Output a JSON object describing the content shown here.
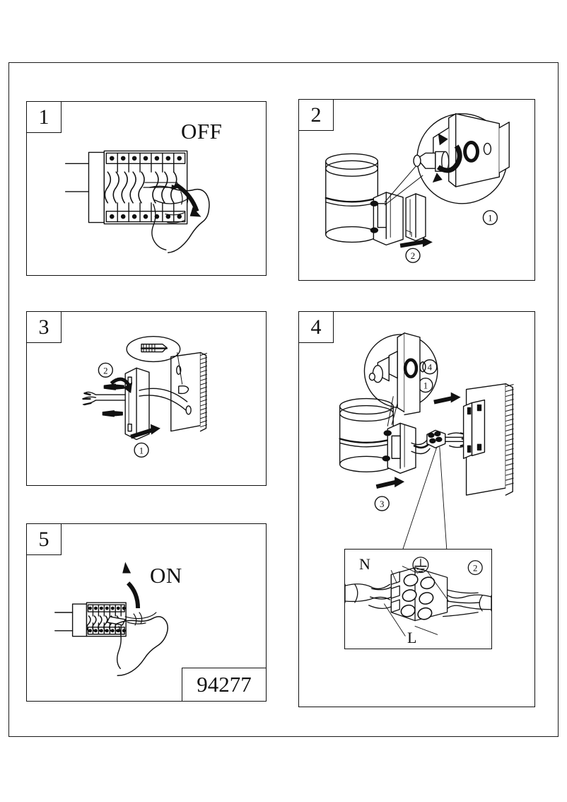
{
  "document": {
    "type": "installation-instruction-sheet",
    "product_code": "94277",
    "background_color": "#ffffff",
    "line_color": "#111111"
  },
  "steps": [
    {
      "number": "1",
      "caption": "OFF",
      "subject": "circuit-breaker-panel",
      "action": "switch main breaker off by hand",
      "markers": []
    },
    {
      "number": "2",
      "caption": "",
      "subject": "wall-lamp-cover-removal",
      "action": "loosen grub screw then slide cover off",
      "markers": [
        "1",
        "2"
      ]
    },
    {
      "number": "3",
      "caption": "",
      "subject": "mounting-bracket-to-wall",
      "action": "fix bracket to wall with plugs and screws",
      "markers": [
        "1",
        "2"
      ]
    },
    {
      "number": "4",
      "caption": "",
      "subject": "lamp-body-wiring-and-mounting",
      "action": "connect wires, hook body onto bracket, tighten screw",
      "markers": [
        "1",
        "3",
        "4"
      ]
    },
    {
      "number": "5",
      "caption": "ON",
      "subject": "circuit-breaker-panel",
      "action": "switch main breaker back on",
      "markers": []
    }
  ],
  "wiring_detail": {
    "marker": "2",
    "neutral_label": "N",
    "live_label": "L",
    "earth_symbol": "earth-ground",
    "terminal_count": 3
  }
}
